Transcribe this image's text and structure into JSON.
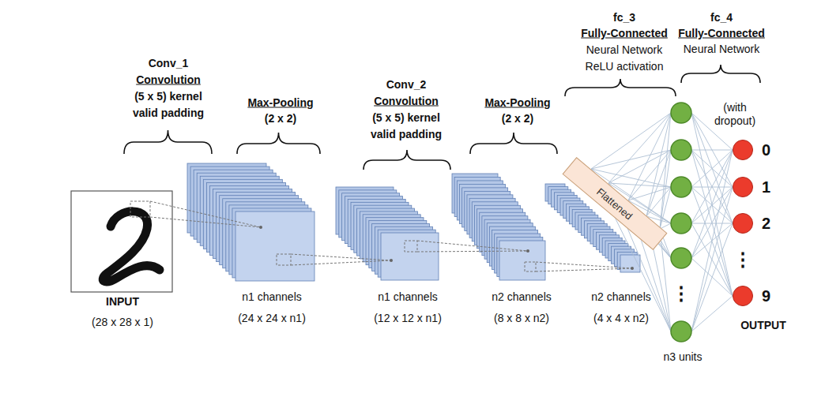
{
  "diagram": {
    "nodes": [
      {
        "text": [
          "Flattened"
        ]
      },
      {
        "text": [
          "0"
        ]
      },
      {
        "text": [
          "1"
        ]
      },
      {
        "text": [
          "2"
        ]
      },
      {
        "text": [
          "9"
        ]
      }
    ],
    "labels": [
      "Conv_1",
      "Convolution",
      "(5 x 5) kernel",
      "valid padding",
      "Max-Pooling",
      "(2 x 2)",
      "Conv_2",
      "Convolution",
      "(5 x 5) kernel",
      "valid padding",
      "Max-Pooling",
      "(2 x 2)",
      "fc_3",
      "Fully-Connected",
      "Neural Network",
      "ReLU activation",
      "fc_4",
      "Fully-Connected",
      "Neural Network",
      "(with dropout)",
      "INPUT",
      "(28 x 28 x 1)",
      "n1 channels",
      "(24 x 24 x n1)",
      "n1 channels",
      "(12 x 12 x n1)",
      "n2 channels",
      "(8 x 8 x n2)",
      "n2 channels",
      "(4 x 4 x n2)",
      "n3 units",
      "OUTPUT",
      "⋮",
      "⋮"
    ]
  }
}
